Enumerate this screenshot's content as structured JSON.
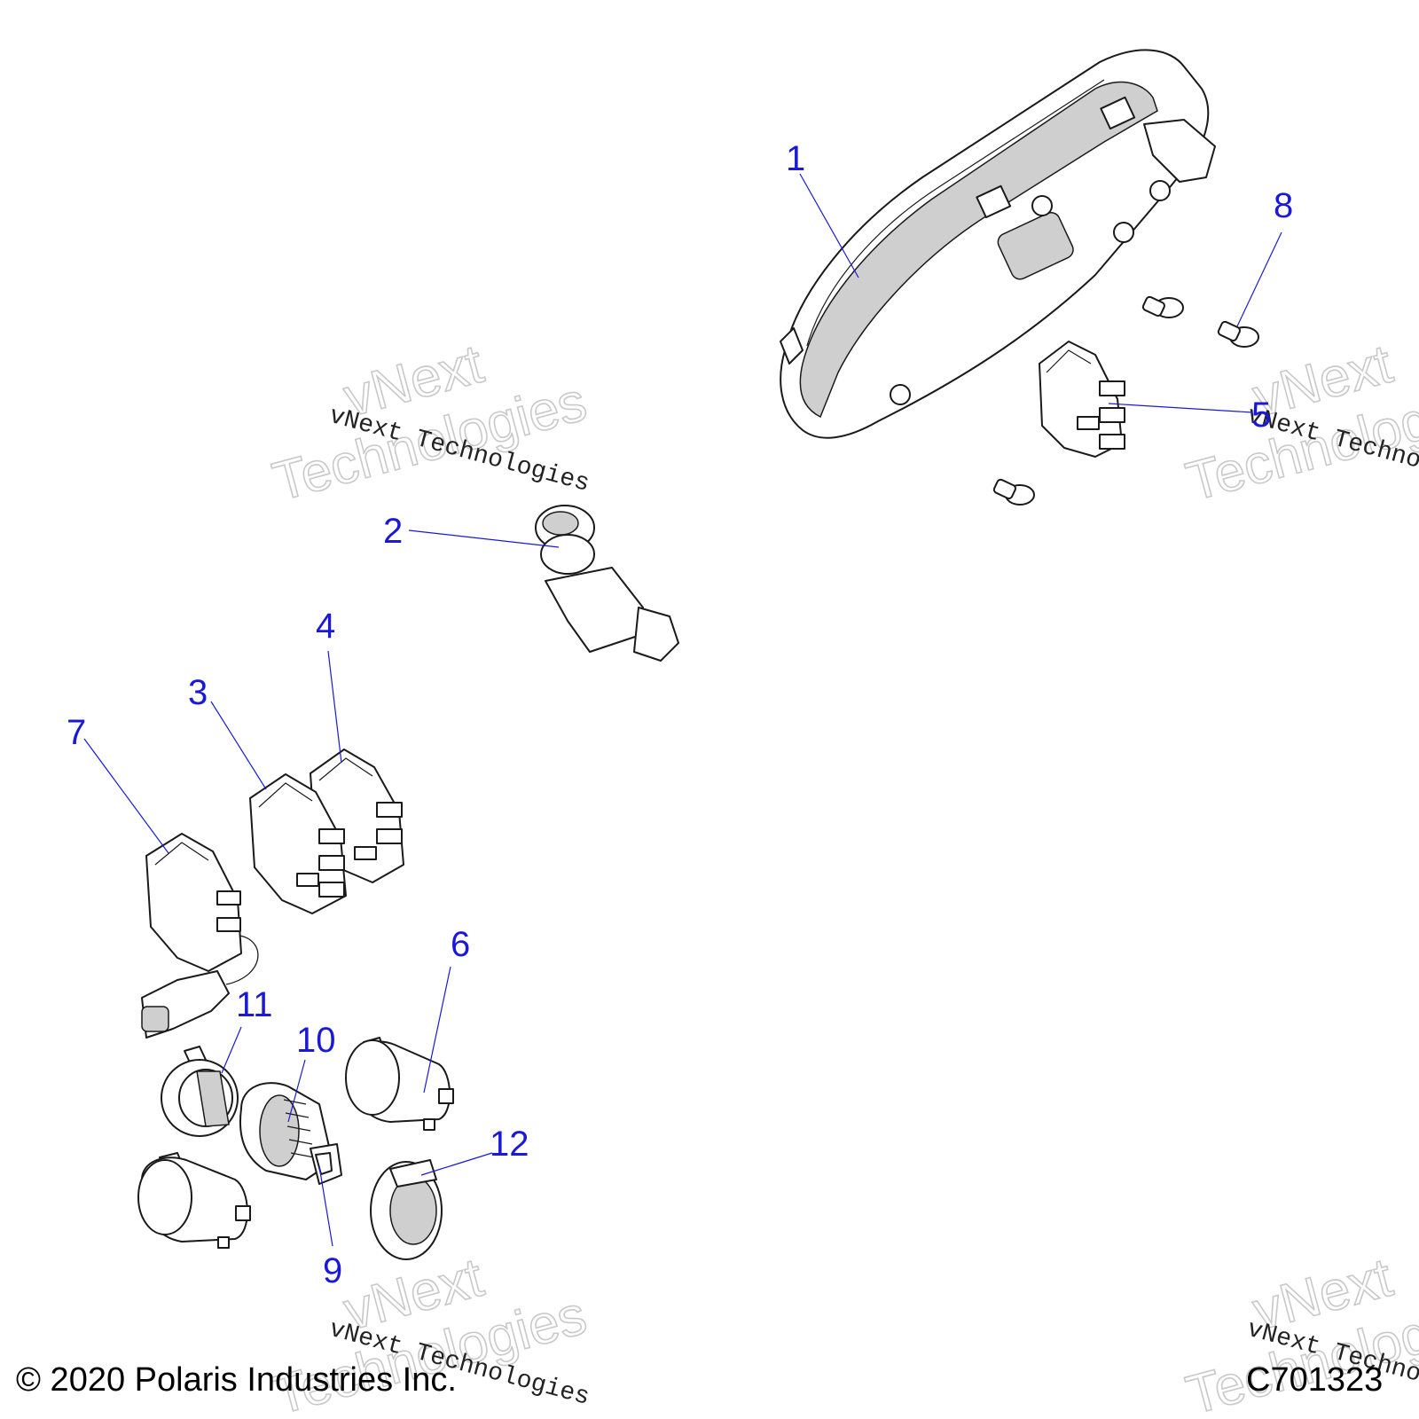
{
  "callouts": [
    {
      "id": "1",
      "label": "1"
    },
    {
      "id": "2",
      "label": "2"
    },
    {
      "id": "3",
      "label": "3"
    },
    {
      "id": "4",
      "label": "4"
    },
    {
      "id": "5",
      "label": "5"
    },
    {
      "id": "6",
      "label": "6"
    },
    {
      "id": "7",
      "label": "7"
    },
    {
      "id": "8",
      "label": "8"
    },
    {
      "id": "9",
      "label": "9"
    },
    {
      "id": "10",
      "label": "10"
    },
    {
      "id": "11",
      "label": "11"
    },
    {
      "id": "12",
      "label": "12"
    }
  ],
  "watermark": {
    "line1": "vNext",
    "line2": "Technologies",
    "mono": "vNext Technologies"
  },
  "footer": {
    "copyright": "© 2020 Polaris Industries Inc.",
    "figure_id": "C701323"
  },
  "colors": {
    "callout": "#1a1ad6",
    "line_art": "#1a1a1a",
    "watermark": "#c9c9c9"
  }
}
